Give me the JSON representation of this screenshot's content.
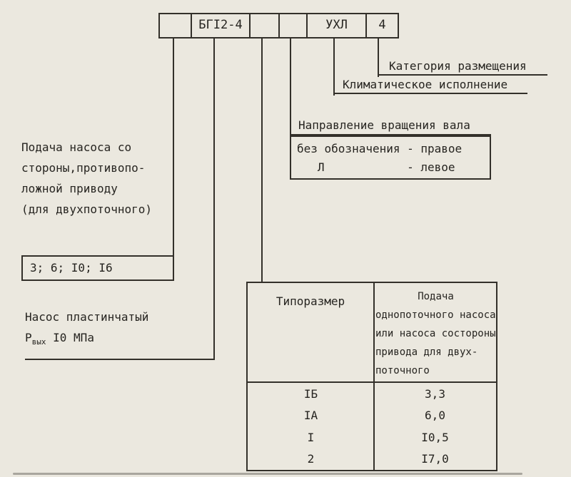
{
  "colors": {
    "background": "#ebe8df",
    "ink": "#262420",
    "line": "#33302a"
  },
  "designation_box": {
    "cells": [
      "",
      "БГI2-4",
      "",
      "",
      "УХЛ",
      "4"
    ]
  },
  "callouts": {
    "placement_category": "Категория размещения",
    "climatic_version": "Климатическое исполнение",
    "rotation_title": "Направление вращения вала",
    "rotation_rows": [
      "без обозначения - правое",
      "   Л            - левое"
    ]
  },
  "left_column": {
    "feed_note_lines": [
      "Подача насоса со",
      "стороны,противопо-",
      "ложной приводу",
      "(для двухпоточного)"
    ],
    "feed_values": "3; 6; I0; I6",
    "pump_line1": "Насос пластинчатый",
    "pump_symbol": "Р",
    "pump_subscript": "вых",
    "pump_tail": " I0 МПа"
  },
  "table": {
    "col1_header": "Типоразмер",
    "col2_header_lines": [
      "Подача",
      "однопоточного насоса",
      "или насоса состороны",
      "привода для двух-",
      "поточного"
    ],
    "rows": [
      {
        "size": "IБ",
        "flow": "3,3"
      },
      {
        "size": "IА",
        "flow": "6,0"
      },
      {
        "size": "I",
        "flow": "I0,5"
      },
      {
        "size": "2",
        "flow": "I7,0"
      }
    ]
  }
}
